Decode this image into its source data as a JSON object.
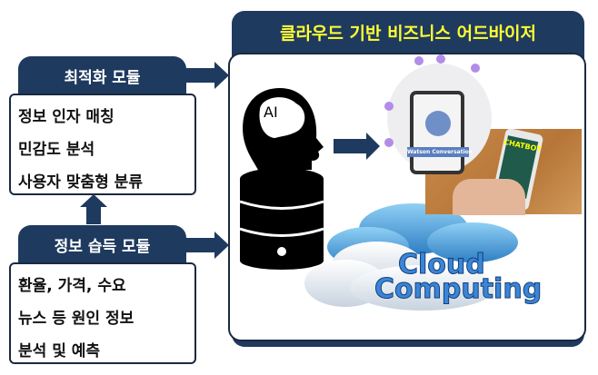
{
  "title": "클라우드 기반 비즈니스 어드바이저",
  "optimization_module": {
    "label": "최적화 모듈",
    "items": [
      "정보 인자 매칭",
      "민감도 분석",
      "사용자 맞춤형 분류"
    ]
  },
  "acquisition_module": {
    "label": "정보 습득 모듈",
    "items": [
      "환율, 가격, 수요",
      "뉴스 등 원인 정보",
      "분석 및 예측"
    ]
  },
  "ai_label": "AI",
  "watson_label": "Watson Conversation",
  "chatbot_label": "CHATBOT",
  "cloud_text": [
    "Cloud",
    "Computing"
  ],
  "colors": {
    "navy": "#1f3a5f",
    "title_yellow": "#ffff33",
    "cloud_blue": "#5aa9e6"
  }
}
